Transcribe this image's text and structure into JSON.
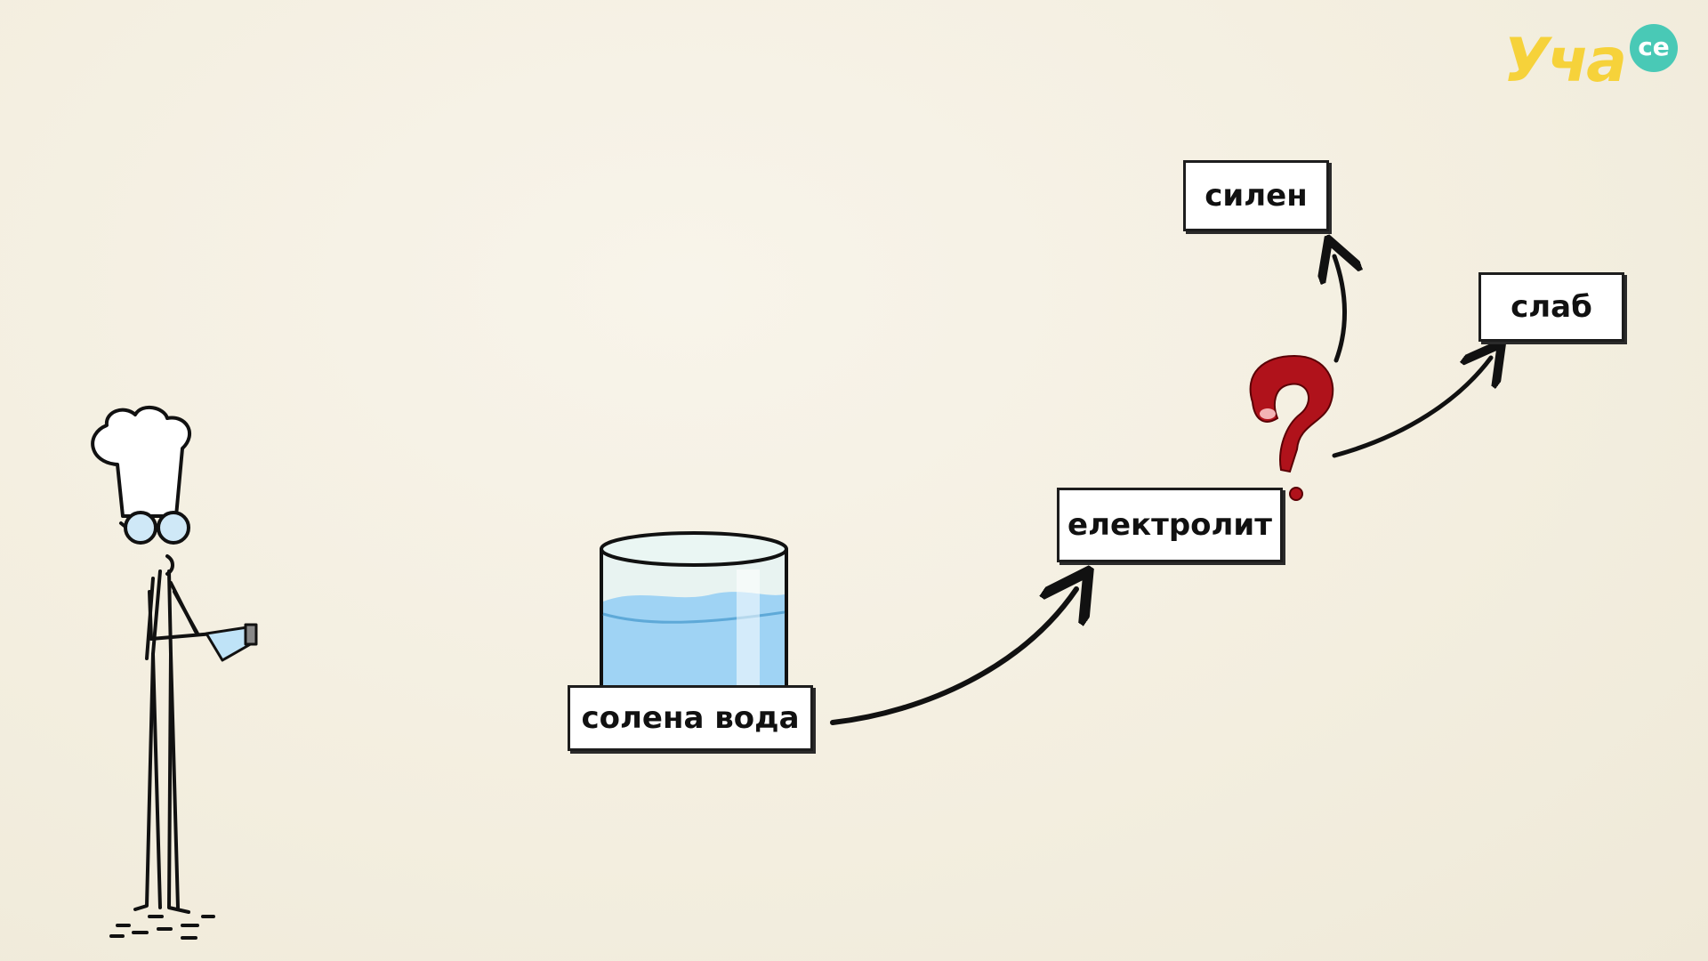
{
  "logo": {
    "text": "Уча",
    "badge": "се"
  },
  "labels": {
    "salt_water": "солена вода",
    "electrolyte": "електролит",
    "strong": "силен",
    "weak": "слаб"
  },
  "colors": {
    "background": "#f5f0e3",
    "water": "#9fd3f4",
    "question_mark": "#b0121b",
    "logo_yellow": "#f6d23a",
    "logo_teal": "#49c9b6"
  },
  "icons": [
    "chef-scientist-figure",
    "water-glass-icon",
    "question-mark-icon",
    "arrow-icon"
  ]
}
